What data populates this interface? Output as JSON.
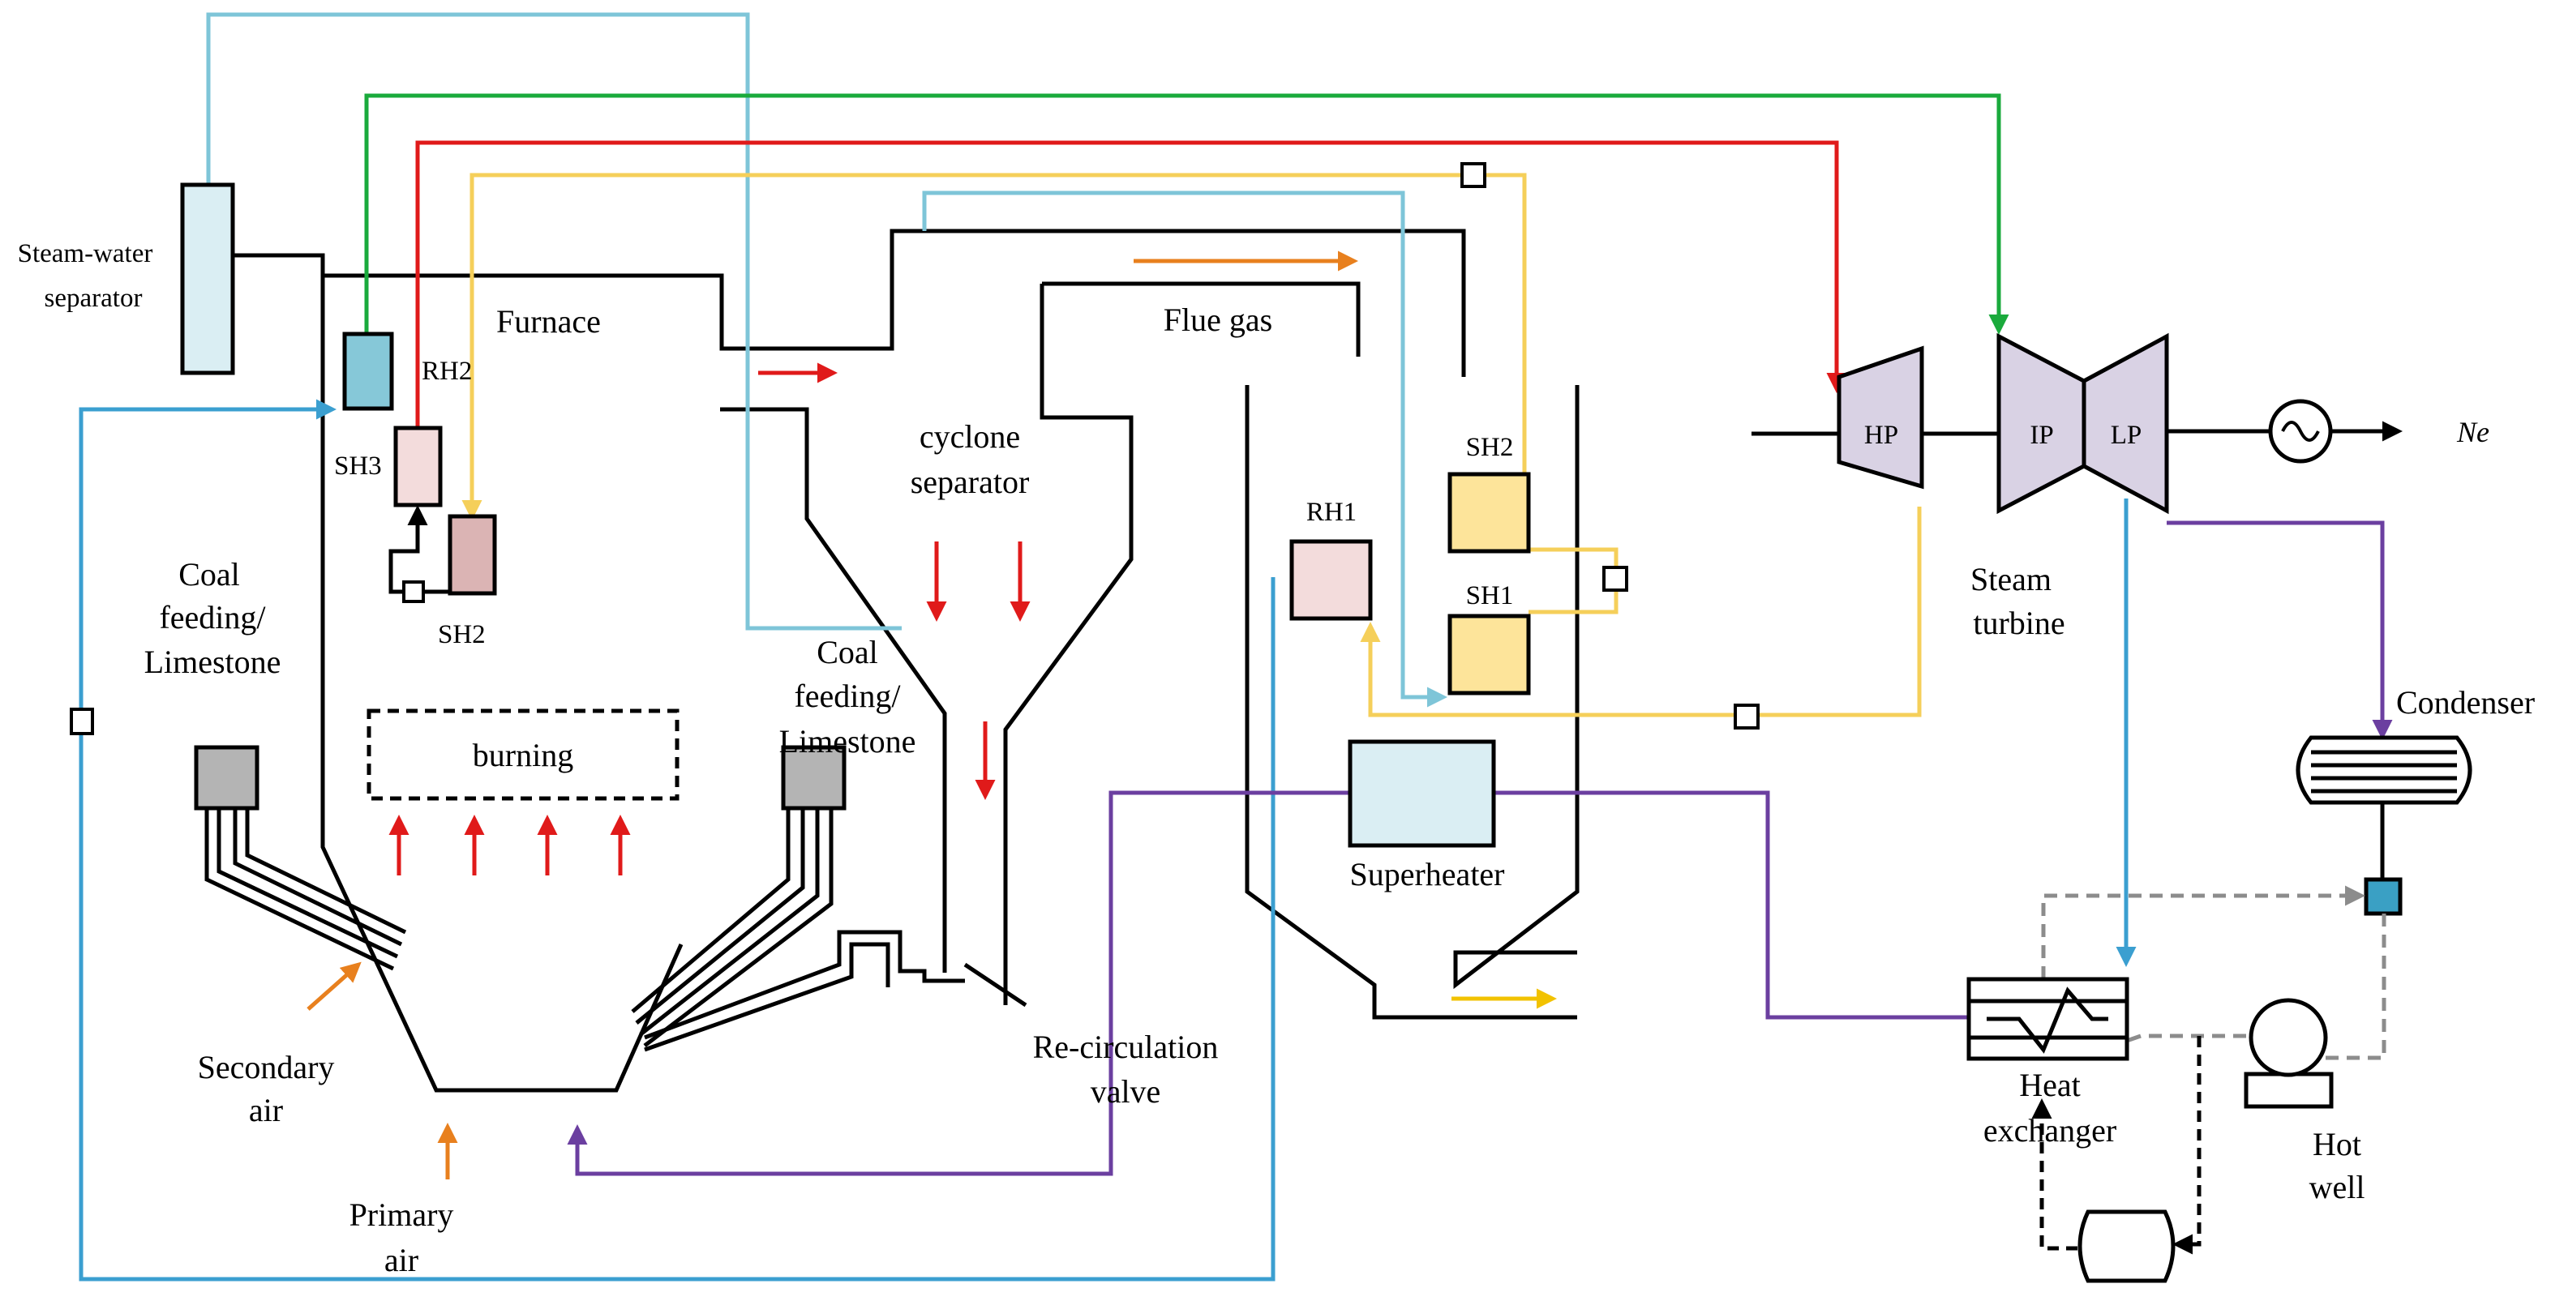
{
  "labels": {
    "steam_water_separator": [
      "Steam-water",
      "separator"
    ],
    "furnace": "Furnace",
    "rh2": "RH2",
    "sh3": "SH3",
    "sh2_furnace": "SH2",
    "coal_left": [
      "Coal",
      "feeding/",
      "Limestone"
    ],
    "burning": "burning",
    "secondary_air": [
      "Secondary",
      "air"
    ],
    "primary_air": [
      "Primary",
      "air"
    ],
    "cyclone": [
      "cyclone",
      "separator"
    ],
    "coal_right": [
      "Coal",
      "feeding/",
      "Limestone"
    ],
    "recirculation_valve": [
      "Re-circulation",
      "valve"
    ],
    "flue_gas": "Flue gas",
    "rh1": "RH1",
    "sh2_back": "SH2",
    "sh1": "SH1",
    "superheater": "Superheater",
    "hp": "HP",
    "ip": "IP",
    "lp": "LP",
    "ne": "Ne",
    "steam_turbine": [
      "Steam",
      "turbine"
    ],
    "condenser": "Condenser",
    "heat_exchanger": [
      "Heat",
      "exchanger"
    ],
    "hot_well": [
      "Hot",
      "well"
    ]
  },
  "colors": {
    "outline": "#000000",
    "light_blue_line": "#7ec5d8",
    "blue_line": "#3b9fd0",
    "green_line": "#1aaa3c",
    "red_line": "#e01a1a",
    "yellow_line": "#f5cf5a",
    "purple_line": "#6b3fa0",
    "orange_arrow": "#e8801e",
    "gold_arrow": "#f2c200",
    "gray_dashed": "#8c8c8c",
    "separator_fill": "#daeef3",
    "rh2_fill": "#f3dcdc",
    "sh3_box_fill": "#dbb4b4",
    "top_box_fill": "#86c8d8",
    "sh_fill": "#fde49a",
    "rh1_fill": "#f3dcdc",
    "superheater_fill": "#daeef3",
    "turbine_fill": "#d9d2e4",
    "feeder_fill": "#b4b4b4",
    "condenser_small_fill": "#3aa0c4"
  },
  "icons": [
    "generator-icon",
    "pump-icon",
    "tank-icon",
    "condenser-icon",
    "heat-exchanger-coil-icon",
    "valve-icon"
  ]
}
